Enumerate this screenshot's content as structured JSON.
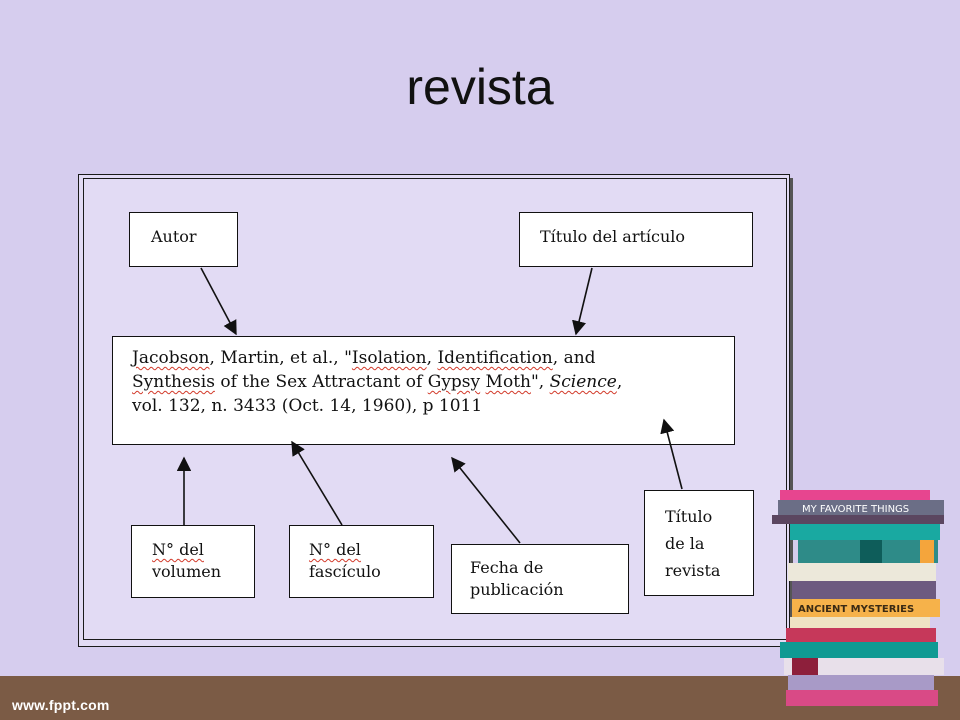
{
  "slide": {
    "title": "revista"
  },
  "diagram": {
    "citation": {
      "line1_parts": [
        "Jacobson",
        ", ",
        "Martin",
        ", et al., \"",
        "Isolation",
        ", ",
        "Identification",
        ", and"
      ],
      "line2_parts": [
        "Synthesis",
        " of the Sex Attractant of ",
        "Gypsy",
        " ",
        "Moth",
        "\", ",
        "Science",
        ","
      ],
      "line3": "vol. 132, n. 3433 (Oct. 14, 1960),  p 1011"
    },
    "labels": {
      "autor": "Autor",
      "titulo_articulo": "Título del  artículo",
      "volumen": [
        "N° del",
        "volumen"
      ],
      "fasciculo": [
        "N° del",
        "fascículo"
      ],
      "fecha": [
        "Fecha de",
        "publicación"
      ],
      "titulo_revista": [
        "Título",
        "de la",
        "revista"
      ]
    }
  },
  "decoration": {
    "book_labels": {
      "top": "MY FAVORITE THINGS",
      "middle": "ANCIENT MYSTERIES"
    },
    "watermark": "www.fppt.com"
  }
}
